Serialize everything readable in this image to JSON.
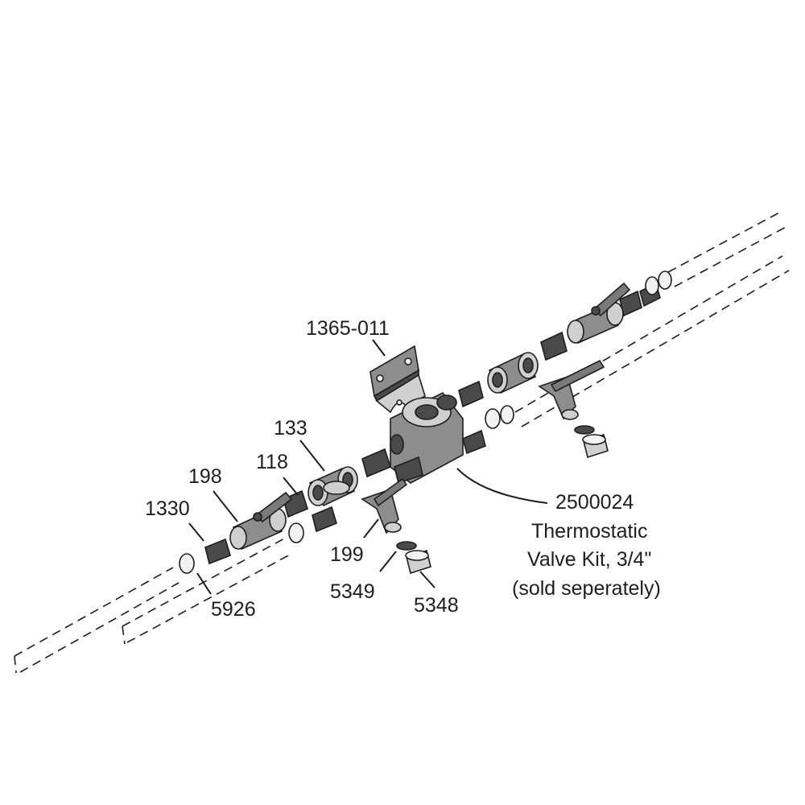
{
  "labels": {
    "bracket": "1365-011",
    "tee": "133",
    "nipple": "118",
    "ball_valve": "198",
    "adapter": "1330",
    "clamp": "5926",
    "drain_valve": "199",
    "washer": "5349",
    "cap": "5348"
  },
  "kit": {
    "number": "2500024",
    "line1": "Thermostatic",
    "line2": "Valve Kit, 3/4\"",
    "line3": "(sold seperately)"
  },
  "colors": {
    "ink": "#1e1e1e",
    "metal": "#8d8d8d",
    "dark_metal": "#4a4a4a",
    "light_metal": "#d0d0d0"
  }
}
